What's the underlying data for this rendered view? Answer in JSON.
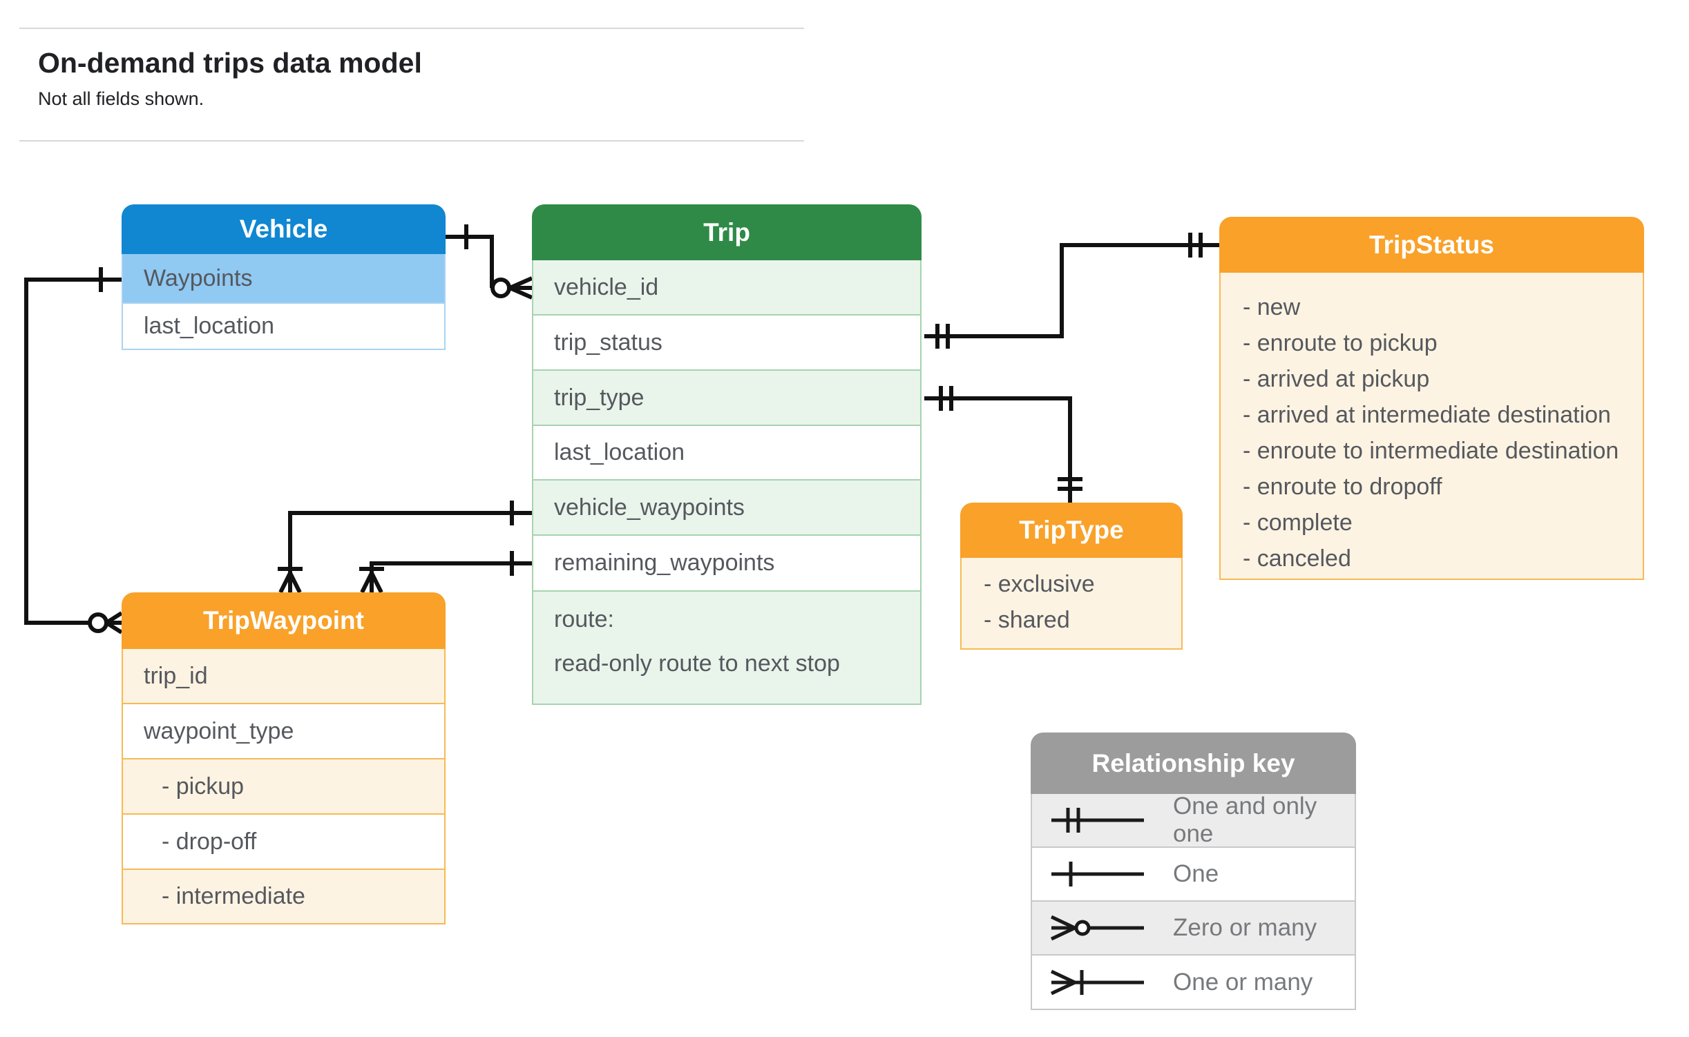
{
  "page": {
    "title": "On-demand trips data model",
    "subtitle": "Not all fields shown."
  },
  "entities": {
    "vehicle": {
      "title": "Vehicle",
      "fields": [
        "Waypoints",
        "last_location"
      ]
    },
    "trip": {
      "title": "Trip",
      "fields": [
        "vehicle_id",
        "trip_status",
        "trip_type",
        "last_location",
        "vehicle_waypoints",
        "remaining_waypoints"
      ],
      "route_field": {
        "name": "route:",
        "description": "read-only route to next stop"
      }
    },
    "trip_status": {
      "title": "TripStatus",
      "values": [
        "- new",
        "- enroute to pickup",
        "- arrived at pickup",
        "- arrived at intermediate destination",
        "- enroute to intermediate destination",
        "- enroute to dropoff",
        "- complete",
        "- canceled"
      ]
    },
    "trip_type": {
      "title": "TripType",
      "values": [
        "- exclusive",
        "- shared"
      ]
    },
    "trip_waypoint": {
      "title": "TripWaypoint",
      "fields": [
        "trip_id",
        "waypoint_type"
      ],
      "values": [
        "- pickup",
        "- drop-off",
        "- intermediate"
      ]
    }
  },
  "legend": {
    "title": "Relationship key",
    "rows": [
      {
        "icon": "one-and-only-one-symbol",
        "label": "One and only one"
      },
      {
        "icon": "one-symbol",
        "label": "One"
      },
      {
        "icon": "zero-or-many-symbol",
        "label": "Zero or many"
      },
      {
        "icon": "one-or-many-symbol",
        "label": "One or many"
      }
    ]
  },
  "colors": {
    "vehicle_header": "#1187d1",
    "vehicle_highlight": "#90c9f2",
    "trip_header": "#2f8a47",
    "trip_tint": "#e9f4eb",
    "enum_header": "#f9a129",
    "enum_tint": "#fdf3e2",
    "legend_header": "#9c9c9c",
    "legend_tint": "#ececec",
    "connector": "#111111",
    "field_text": "#55585e"
  }
}
